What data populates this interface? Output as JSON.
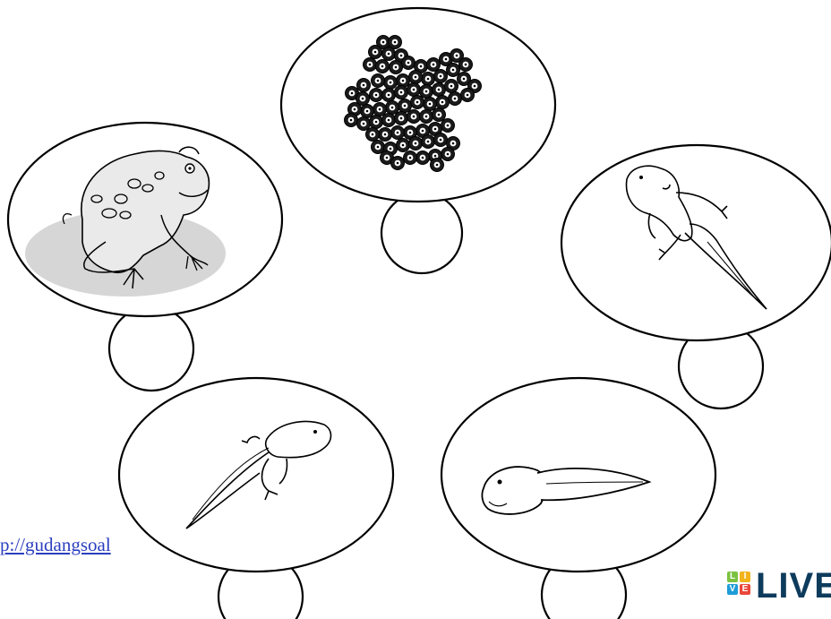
{
  "link": {
    "text": "p://gudangsoal"
  },
  "logo": {
    "text": "LIVE",
    "tiles": [
      "L",
      "I",
      "V",
      "E"
    ],
    "tile_colors": [
      "#7cc242",
      "#f2b31b",
      "#1e9cd7",
      "#e9473b"
    ],
    "text_color": "#0d3b5c"
  },
  "stages": [
    {
      "name": "adult-frog",
      "icon": "frog-illustration"
    },
    {
      "name": "frog-eggs",
      "icon": "egg-cluster-illustration"
    },
    {
      "name": "froglet",
      "icon": "froglet-illustration"
    },
    {
      "name": "tadpole-with-legs",
      "icon": "tadpole-with-legs-illustration"
    },
    {
      "name": "tadpole",
      "icon": "tadpole-illustration"
    }
  ]
}
